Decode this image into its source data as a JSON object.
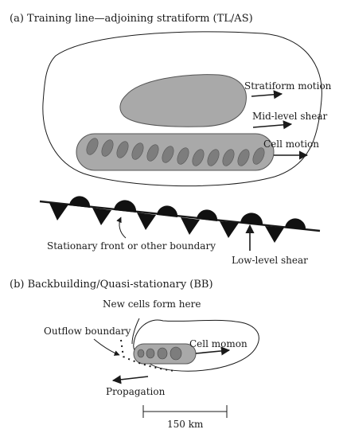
{
  "panel_a": {
    "title": "(a) Training line—adjoining stratiform (TL/AS)",
    "labels": {
      "stratiform_motion": "Stratiform motion",
      "mid_level_shear": "Mid-level shear",
      "cell_motion": "Cell motion",
      "stationary_front": "Stationary front or other boundary",
      "low_level_shear": "Low-level shear"
    }
  },
  "panel_b": {
    "title": "(b) Backbuilding/Quasi-stationary (BB)",
    "labels": {
      "new_cells": "New cells form here",
      "outflow_boundary": "Outflow boundary",
      "cell_motion": "Cell momon",
      "propagation": "Propagation",
      "scale": "150 km"
    }
  },
  "colors": {
    "cloud_fill": "#a9a9a9",
    "cell_fill": "#7d7d7d",
    "line": "#1a1a1a"
  }
}
